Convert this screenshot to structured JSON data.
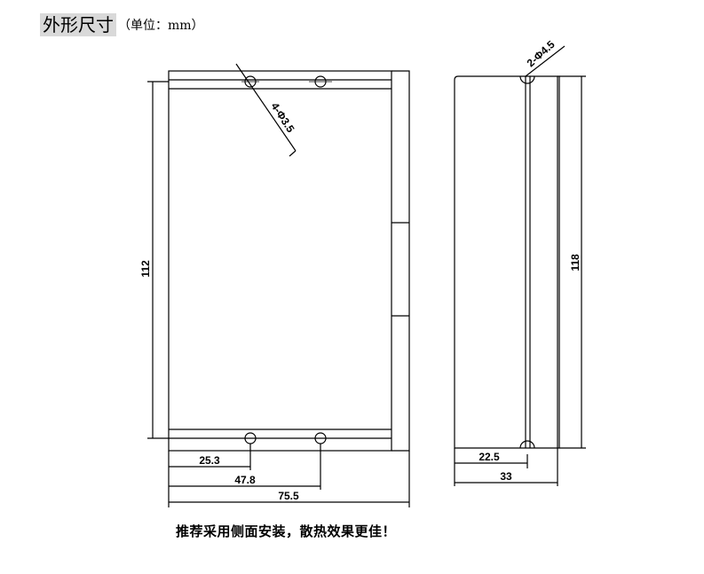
{
  "header": {
    "title": "外形尺寸",
    "unit": "（单位：mm）"
  },
  "front_view": {
    "hole_callout": "4-Φ3.5",
    "height_dim": "112",
    "dims": [
      "25.3",
      "47.8",
      "75.5"
    ]
  },
  "side_view": {
    "hole_callout": "2-Φ4.5",
    "height_dim": "118",
    "dims": [
      "22.5",
      "33"
    ]
  },
  "note": "推荐采用侧面安装，散热效果更佳！"
}
